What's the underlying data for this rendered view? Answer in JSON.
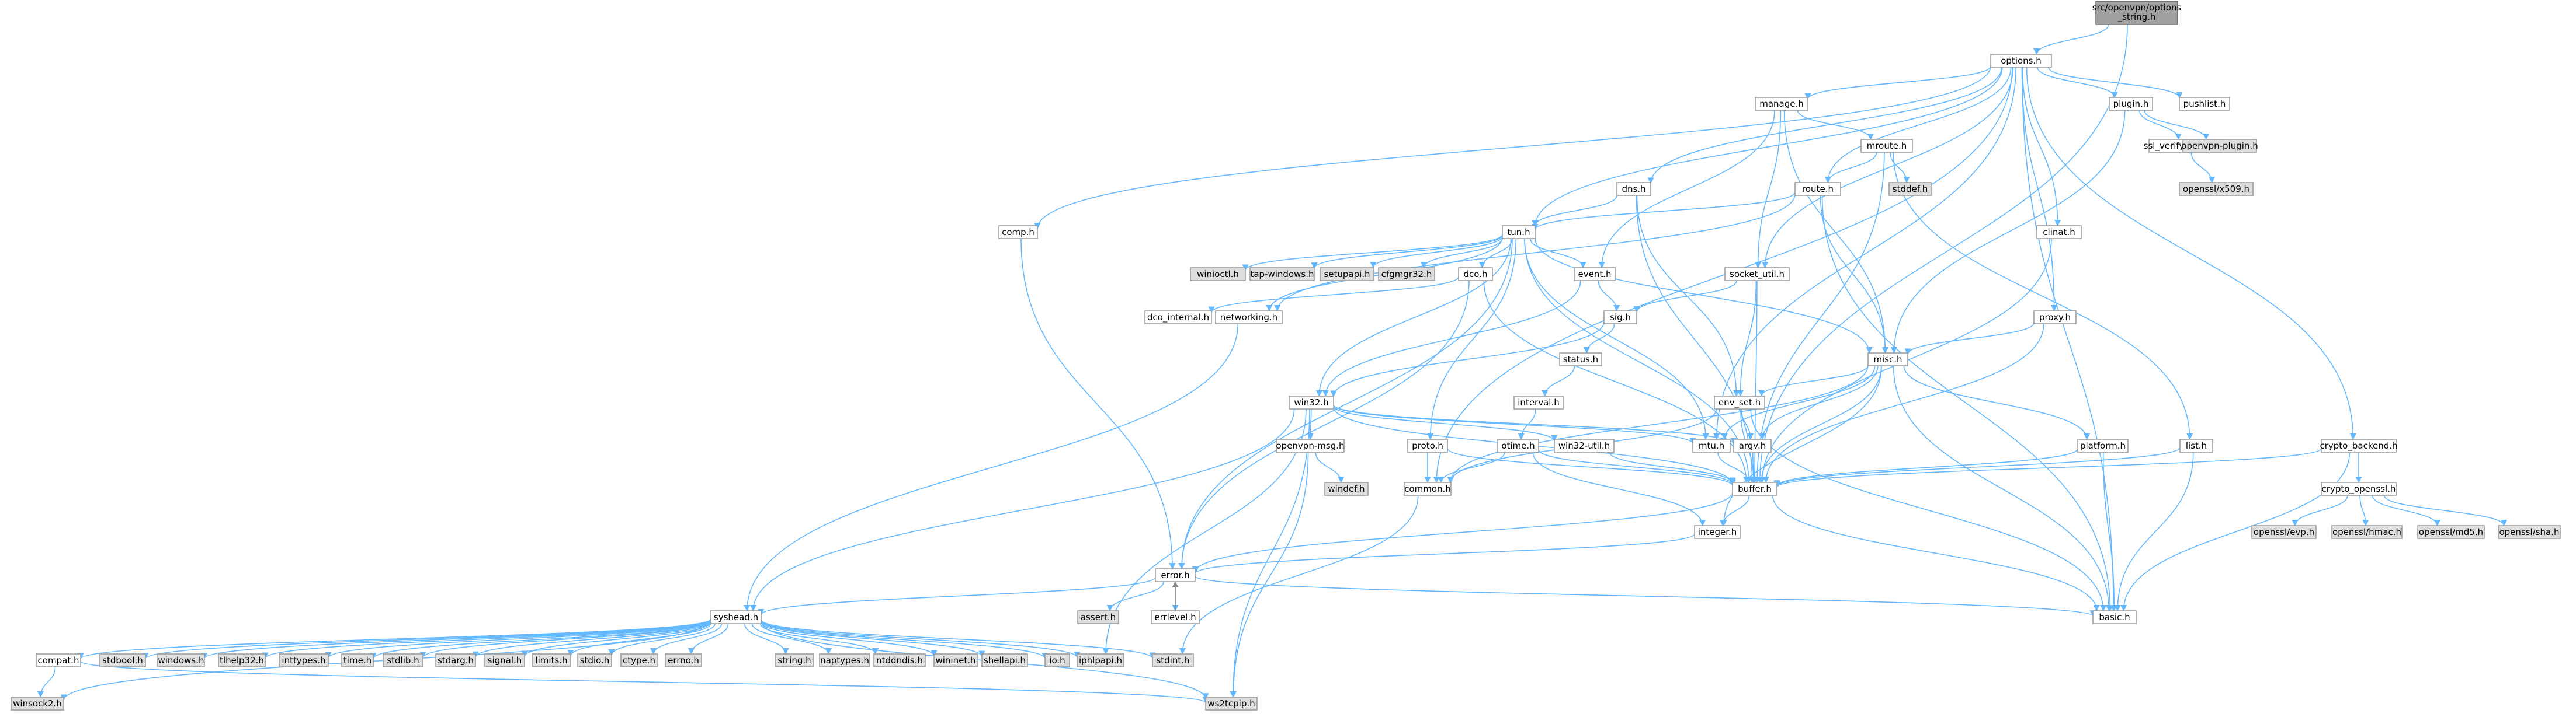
{
  "colors": {
    "edge": "#63b8ff",
    "edge_alt": "#8b8b8b",
    "node_fill": "#ffffff",
    "external_fill": "#dedede",
    "root_fill": "#a0a0a0",
    "node_border": "#999999",
    "root_border": "#666666"
  },
  "nodes": {
    "root": {
      "label": "src/openvpn/options_string.h",
      "lines": [
        "src/openvpn/options",
        "_string.h"
      ],
      "kind": "root"
    },
    "options": {
      "label": "options.h",
      "kind": "file"
    },
    "manage": {
      "label": "manage.h",
      "kind": "file"
    },
    "plugin": {
      "label": "plugin.h",
      "kind": "file"
    },
    "pushlist": {
      "label": "pushlist.h",
      "kind": "file"
    },
    "mroute": {
      "label": "mroute.h",
      "kind": "file"
    },
    "ssl_verify_openssl": {
      "label": "ssl_verify_openssl.h",
      "kind": "file"
    },
    "openvpn_plugin": {
      "label": "openvpn-plugin.h",
      "kind": "external"
    },
    "dns": {
      "label": "dns.h",
      "kind": "file"
    },
    "route": {
      "label": "route.h",
      "kind": "file"
    },
    "stddef": {
      "label": "stddef.h",
      "kind": "external"
    },
    "openssl_x509": {
      "label": "openssl/x509.h",
      "kind": "external"
    },
    "comp": {
      "label": "comp.h",
      "kind": "file"
    },
    "tun": {
      "label": "tun.h",
      "kind": "file"
    },
    "clinat": {
      "label": "clinat.h",
      "kind": "file"
    },
    "winioctl": {
      "label": "winioctl.h",
      "kind": "external"
    },
    "tap_windows": {
      "label": "tap-windows.h",
      "kind": "external"
    },
    "setupapi": {
      "label": "setupapi.h",
      "kind": "external"
    },
    "cfgmgr32": {
      "label": "cfgmgr32.h",
      "kind": "external"
    },
    "dco": {
      "label": "dco.h",
      "kind": "file"
    },
    "event": {
      "label": "event.h",
      "kind": "file"
    },
    "socket_util": {
      "label": "socket_util.h",
      "kind": "file"
    },
    "proxy": {
      "label": "proxy.h",
      "kind": "file"
    },
    "dco_internal": {
      "label": "dco_internal.h",
      "kind": "file"
    },
    "networking": {
      "label": "networking.h",
      "kind": "file"
    },
    "sig": {
      "label": "sig.h",
      "kind": "file"
    },
    "misc": {
      "label": "misc.h",
      "kind": "file"
    },
    "status": {
      "label": "status.h",
      "kind": "file"
    },
    "interval": {
      "label": "interval.h",
      "kind": "file"
    },
    "win32": {
      "label": "win32.h",
      "kind": "file"
    },
    "env_set": {
      "label": "env_set.h",
      "kind": "file"
    },
    "proto": {
      "label": "proto.h",
      "kind": "file"
    },
    "otime": {
      "label": "otime.h",
      "kind": "file"
    },
    "win32_util": {
      "label": "win32-util.h",
      "kind": "file"
    },
    "mtu": {
      "label": "mtu.h",
      "kind": "file"
    },
    "argv": {
      "label": "argv.h",
      "kind": "file"
    },
    "platform": {
      "label": "platform.h",
      "kind": "file"
    },
    "list": {
      "label": "list.h",
      "kind": "file"
    },
    "crypto_backend": {
      "label": "crypto_backend.h",
      "kind": "file"
    },
    "openvpn_msg": {
      "label": "openvpn-msg.h",
      "kind": "file"
    },
    "windef": {
      "label": "windef.h",
      "kind": "external"
    },
    "common": {
      "label": "common.h",
      "kind": "file"
    },
    "buffer": {
      "label": "buffer.h",
      "kind": "file"
    },
    "crypto_openssl": {
      "label": "crypto_openssl.h",
      "kind": "file"
    },
    "openssl_evp": {
      "label": "openssl/evp.h",
      "kind": "external"
    },
    "openssl_hmac": {
      "label": "openssl/hmac.h",
      "kind": "external"
    },
    "openssl_md5": {
      "label": "openssl/md5.h",
      "kind": "external"
    },
    "openssl_sha": {
      "label": "openssl/sha.h",
      "kind": "external"
    },
    "integer": {
      "label": "integer.h",
      "kind": "file"
    },
    "error": {
      "label": "error.h",
      "kind": "file"
    },
    "assert": {
      "label": "assert.h",
      "kind": "external"
    },
    "errlevel": {
      "label": "errlevel.h",
      "kind": "file"
    },
    "basic": {
      "label": "basic.h",
      "kind": "file"
    },
    "syshead": {
      "label": "syshead.h",
      "kind": "file"
    },
    "compat": {
      "label": "compat.h",
      "kind": "file"
    },
    "stdbool": {
      "label": "stdbool.h",
      "kind": "external"
    },
    "windows": {
      "label": "windows.h",
      "kind": "external"
    },
    "tlhelp32": {
      "label": "tlhelp32.h",
      "kind": "external"
    },
    "inttypes": {
      "label": "inttypes.h",
      "kind": "external"
    },
    "time": {
      "label": "time.h",
      "kind": "external"
    },
    "stdlib": {
      "label": "stdlib.h",
      "kind": "external"
    },
    "stdarg": {
      "label": "stdarg.h",
      "kind": "external"
    },
    "signal": {
      "label": "signal.h",
      "kind": "external"
    },
    "limits": {
      "label": "limits.h",
      "kind": "external"
    },
    "stdio": {
      "label": "stdio.h",
      "kind": "external"
    },
    "ctype": {
      "label": "ctype.h",
      "kind": "external"
    },
    "errno": {
      "label": "errno.h",
      "kind": "external"
    },
    "string": {
      "label": "string.h",
      "kind": "external"
    },
    "naptypes": {
      "label": "naptypes.h",
      "kind": "external"
    },
    "ntddndis": {
      "label": "ntddndis.h",
      "kind": "external"
    },
    "wininet": {
      "label": "wininet.h",
      "kind": "external"
    },
    "shellapi": {
      "label": "shellapi.h",
      "kind": "external"
    },
    "io": {
      "label": "io.h",
      "kind": "external"
    },
    "iphlpapi": {
      "label": "iphlpapi.h",
      "kind": "external"
    },
    "stdint": {
      "label": "stdint.h",
      "kind": "external"
    },
    "winsock2": {
      "label": "winsock2.h",
      "kind": "external"
    },
    "ws2tcpip": {
      "label": "ws2tcpip.h",
      "kind": "external"
    }
  },
  "edges": [
    [
      "root",
      "options"
    ],
    [
      "root",
      "buffer"
    ],
    [
      "options",
      "manage"
    ],
    [
      "options",
      "plugin"
    ],
    [
      "options",
      "pushlist"
    ],
    [
      "options",
      "dns"
    ],
    [
      "options",
      "comp"
    ],
    [
      "options",
      "tun"
    ],
    [
      "options",
      "socket_util"
    ],
    [
      "options",
      "clinat"
    ],
    [
      "options",
      "proxy"
    ],
    [
      "options",
      "crypto_backend"
    ],
    [
      "options",
      "basic"
    ],
    [
      "options",
      "common"
    ],
    [
      "options",
      "mtu"
    ],
    [
      "options",
      "route"
    ],
    [
      "manage",
      "mroute"
    ],
    [
      "manage",
      "event"
    ],
    [
      "manage",
      "socket_util"
    ],
    [
      "manage",
      "misc"
    ],
    [
      "plugin",
      "ssl_verify_openssl"
    ],
    [
      "plugin",
      "openvpn_plugin"
    ],
    [
      "plugin",
      "misc"
    ],
    [
      "ssl_verify_openssl",
      "openssl_x509"
    ],
    [
      "mroute",
      "stddef"
    ],
    [
      "mroute",
      "route"
    ],
    [
      "mroute",
      "buffer"
    ],
    [
      "mroute",
      "list"
    ],
    [
      "dns",
      "tun"
    ],
    [
      "dns",
      "buffer"
    ],
    [
      "dns",
      "env_set"
    ],
    [
      "route",
      "tun"
    ],
    [
      "route",
      "misc"
    ],
    [
      "route",
      "networking"
    ],
    [
      "route",
      "basic"
    ],
    [
      "comp",
      "error"
    ],
    [
      "tun",
      "winioctl"
    ],
    [
      "tun",
      "tap_windows"
    ],
    [
      "tun",
      "setupapi"
    ],
    [
      "tun",
      "cfgmgr32"
    ],
    [
      "tun",
      "dco"
    ],
    [
      "tun",
      "event"
    ],
    [
      "tun",
      "networking"
    ],
    [
      "tun",
      "proto"
    ],
    [
      "tun",
      "misc"
    ],
    [
      "tun",
      "win32"
    ],
    [
      "tun",
      "buffer"
    ],
    [
      "tun",
      "mtu"
    ],
    [
      "tun",
      "error"
    ],
    [
      "clinat",
      "buffer"
    ],
    [
      "dco",
      "dco_internal"
    ],
    [
      "dco",
      "buffer"
    ],
    [
      "dco",
      "error"
    ],
    [
      "event",
      "sig"
    ],
    [
      "event",
      "win32"
    ],
    [
      "socket_util",
      "sig"
    ],
    [
      "socket_util",
      "env_set"
    ],
    [
      "socket_util",
      "buffer"
    ],
    [
      "proxy",
      "misc"
    ],
    [
      "proxy",
      "buffer"
    ],
    [
      "networking",
      "syshead"
    ],
    [
      "sig",
      "status"
    ],
    [
      "sig",
      "win32"
    ],
    [
      "status",
      "interval"
    ],
    [
      "interval",
      "otime"
    ],
    [
      "misc",
      "env_set"
    ],
    [
      "misc",
      "argv"
    ],
    [
      "misc",
      "platform"
    ],
    [
      "misc",
      "buffer"
    ],
    [
      "misc",
      "integer"
    ],
    [
      "misc",
      "basic"
    ],
    [
      "misc",
      "common"
    ],
    [
      "misc",
      "mtu"
    ],
    [
      "win32",
      "mtu"
    ],
    [
      "win32",
      "openvpn_msg"
    ],
    [
      "win32",
      "win32_util"
    ],
    [
      "win32",
      "argv"
    ],
    [
      "win32",
      "syshead"
    ],
    [
      "win32",
      "iphlpapi"
    ],
    [
      "win32",
      "ws2tcpip"
    ],
    [
      "win32",
      "buffer"
    ],
    [
      "env_set",
      "argv"
    ],
    [
      "env_set",
      "buffer"
    ],
    [
      "env_set",
      "common"
    ],
    [
      "env_set",
      "basic"
    ],
    [
      "proto",
      "common"
    ],
    [
      "proto",
      "buffer"
    ],
    [
      "otime",
      "common"
    ],
    [
      "otime",
      "integer"
    ],
    [
      "otime",
      "buffer"
    ],
    [
      "win32_util",
      "buffer"
    ],
    [
      "mtu",
      "buffer"
    ],
    [
      "argv",
      "buffer"
    ],
    [
      "platform",
      "buffer"
    ],
    [
      "platform",
      "basic"
    ],
    [
      "list",
      "buffer"
    ],
    [
      "list",
      "basic"
    ],
    [
      "crypto_backend",
      "crypto_openssl"
    ],
    [
      "crypto_backend",
      "buffer"
    ],
    [
      "crypto_backend",
      "basic"
    ],
    [
      "crypto_openssl",
      "openssl_evp"
    ],
    [
      "crypto_openssl",
      "openssl_hmac"
    ],
    [
      "crypto_openssl",
      "openssl_md5"
    ],
    [
      "crypto_openssl",
      "openssl_sha"
    ],
    [
      "openvpn_msg",
      "windef"
    ],
    [
      "openvpn_msg",
      "ws2tcpip"
    ],
    [
      "common",
      "stdint"
    ],
    [
      "buffer",
      "error"
    ],
    [
      "buffer",
      "integer"
    ],
    [
      "buffer",
      "basic"
    ],
    [
      "integer",
      "error"
    ],
    [
      "error",
      "assert"
    ],
    [
      "error",
      "errlevel"
    ],
    [
      "error",
      "basic"
    ],
    [
      "error",
      "syshead"
    ],
    [
      "errlevel",
      "error"
    ],
    [
      "syshead",
      "compat"
    ],
    [
      "syshead",
      "stdbool"
    ],
    [
      "syshead",
      "windows"
    ],
    [
      "syshead",
      "tlhelp32"
    ],
    [
      "syshead",
      "inttypes"
    ],
    [
      "syshead",
      "time"
    ],
    [
      "syshead",
      "stdlib"
    ],
    [
      "syshead",
      "stdarg"
    ],
    [
      "syshead",
      "signal"
    ],
    [
      "syshead",
      "limits"
    ],
    [
      "syshead",
      "stdio"
    ],
    [
      "syshead",
      "ctype"
    ],
    [
      "syshead",
      "errno"
    ],
    [
      "syshead",
      "string"
    ],
    [
      "syshead",
      "naptypes"
    ],
    [
      "syshead",
      "ntddndis"
    ],
    [
      "syshead",
      "wininet"
    ],
    [
      "syshead",
      "shellapi"
    ],
    [
      "syshead",
      "io"
    ],
    [
      "syshead",
      "iphlpapi"
    ],
    [
      "syshead",
      "stdint"
    ],
    [
      "syshead",
      "winsock2"
    ],
    [
      "syshead",
      "ws2tcpip"
    ],
    [
      "compat",
      "winsock2"
    ],
    [
      "compat",
      "ws2tcpip"
    ]
  ]
}
